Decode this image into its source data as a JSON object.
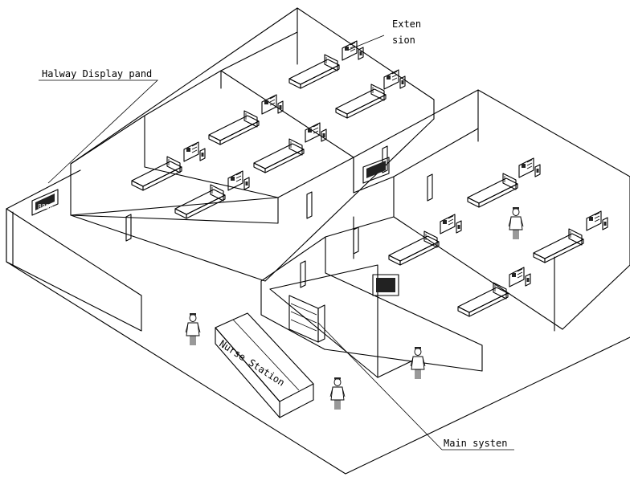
{
  "labels": {
    "extension_line1": "Exten",
    "extension_line2": "sion",
    "halway_display": "Halway Display pand",
    "nurse_station": "Nurse Station",
    "main_system": "Main systen",
    "display_text": "8888"
  }
}
